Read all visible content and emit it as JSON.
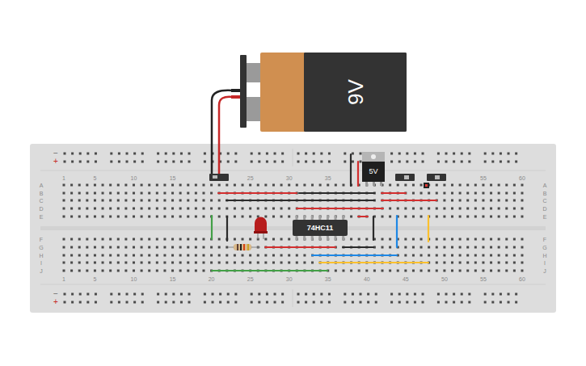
{
  "diagram": {
    "nodes": [
      {
        "text": [
          "9V"
        ]
      },
      {
        "text": [
          "5V"
        ]
      },
      {
        "text": [
          "74HC11"
        ]
      }
    ],
    "labels": [
      "1",
      "5",
      "10",
      "15",
      "25",
      "30",
      "35",
      "55",
      "60",
      "1",
      "5",
      "10",
      "15",
      "20",
      "25",
      "30",
      "35",
      "40",
      "45",
      "50",
      "55",
      "60",
      "A",
      "B",
      "C",
      "D",
      "E",
      "F",
      "G",
      "H",
      "I",
      "J",
      "A",
      "B",
      "C",
      "D",
      "E",
      "F",
      "G",
      "H",
      "I",
      "J",
      "−",
      "+",
      "−",
      "+"
    ]
  }
}
